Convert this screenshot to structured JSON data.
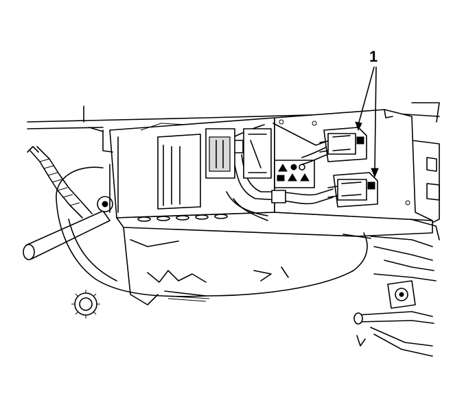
{
  "figure": {
    "callouts": [
      {
        "label": "1",
        "targets": [
          "upper-connector",
          "lower-connector"
        ]
      }
    ]
  }
}
